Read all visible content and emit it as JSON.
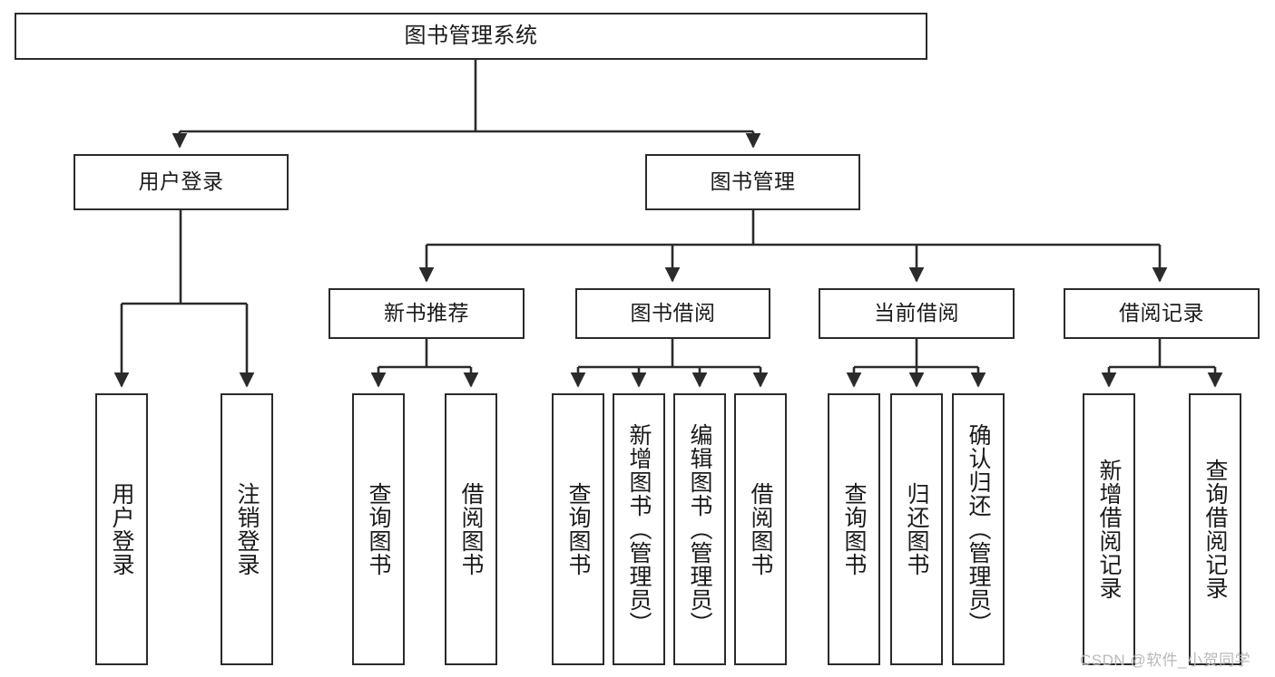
{
  "diagram": {
    "title": "图书管理系统",
    "type": "hierarchy-tree",
    "watermark": "CSDN @软件_小贺同学",
    "colors": {
      "stroke": "#2b2b2b",
      "fill": "#ffffff",
      "background": "#ffffff",
      "watermark": "#b9b9b9"
    },
    "levels": {
      "level1": [
        {
          "id": "root",
          "label": "图书管理系统"
        }
      ],
      "level2": [
        {
          "id": "user-login",
          "label": "用户登录"
        },
        {
          "id": "book-management",
          "label": "图书管理"
        }
      ],
      "level3": [
        {
          "id": "new-book-recommend",
          "label": "新书推荐"
        },
        {
          "id": "book-borrow",
          "label": "图书借阅"
        },
        {
          "id": "current-borrow",
          "label": "当前借阅"
        },
        {
          "id": "borrow-record",
          "label": "借阅记录"
        }
      ],
      "level4": [
        {
          "id": "leaf-user-login",
          "label": "用户登录",
          "parent": "user-login"
        },
        {
          "id": "leaf-logout-login",
          "label": "注销登录",
          "parent": "user-login"
        },
        {
          "id": "leaf-query-book-1",
          "label": "查询图书",
          "parent": "new-book-recommend"
        },
        {
          "id": "leaf-borrow-book-1",
          "label": "借阅图书",
          "parent": "new-book-recommend"
        },
        {
          "id": "leaf-query-book-2",
          "label": "查询图书",
          "parent": "book-borrow"
        },
        {
          "id": "leaf-add-book",
          "label": "新增图书（管理员）",
          "parent": "book-borrow"
        },
        {
          "id": "leaf-edit-book",
          "label": "编辑图书（管理员）",
          "parent": "book-borrow"
        },
        {
          "id": "leaf-borrow-book-2",
          "label": "借阅图书",
          "parent": "book-borrow"
        },
        {
          "id": "leaf-query-book-3",
          "label": "查询图书",
          "parent": "current-borrow"
        },
        {
          "id": "leaf-return-book",
          "label": "归还图书",
          "parent": "current-borrow"
        },
        {
          "id": "leaf-confirm-return",
          "label": "确认归还（管理员）",
          "parent": "current-borrow"
        },
        {
          "id": "leaf-add-record",
          "label": "新增借阅记录",
          "parent": "borrow-record"
        },
        {
          "id": "leaf-query-record",
          "label": "查询借阅记录",
          "parent": "borrow-record"
        }
      ]
    }
  }
}
